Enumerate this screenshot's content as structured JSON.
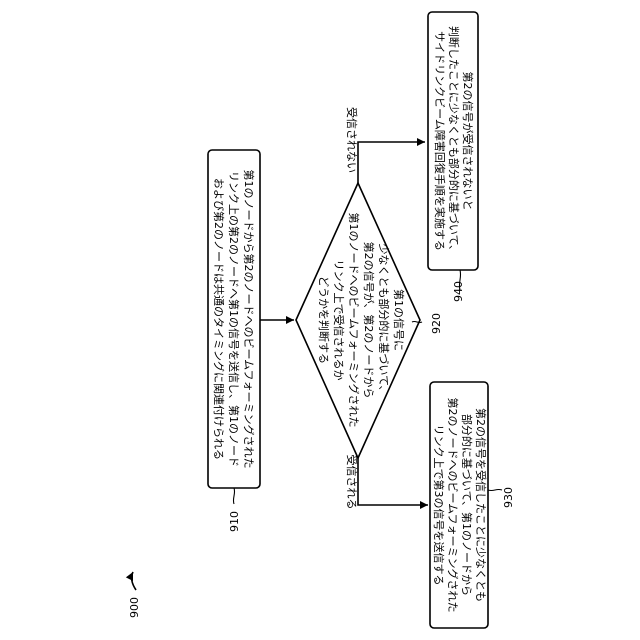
{
  "figure_label": "900",
  "boxes": {
    "b910": {
      "ref": "910",
      "lines": [
        "第1のノードから第2のノードへのビームフォーミングされた",
        "リンク上の第2のノードへ第1の信号を送信し、第1のノード",
        "および第2のノードは共通のタイミングに関連付けられる"
      ]
    },
    "b920": {
      "ref": "920",
      "lines": [
        "第1の信号に",
        "少なくとも部分的に基づいて、",
        "第2の信号が、第2のノードから",
        "第1のノードへのビームフォーミングされた",
        "リンク上で受信されるか",
        "どうかを判断する"
      ]
    },
    "b930": {
      "ref": "930",
      "lines": [
        "第2の信号を受信したことに少なくとも",
        "部分的に基づいて、第1のノードから",
        "第2のノードへのビームフォーミングされた",
        "リンク上で第3の信号を送信する"
      ]
    },
    "b940": {
      "ref": "940",
      "lines": [
        "第2の信号が受信されないと",
        "判断したことに少なくとも部分的に基づいて、",
        "サイドリンクビーム障害回復手順を実施する"
      ]
    }
  },
  "branches": {
    "received": "受信される",
    "not_received": "受信されない"
  }
}
